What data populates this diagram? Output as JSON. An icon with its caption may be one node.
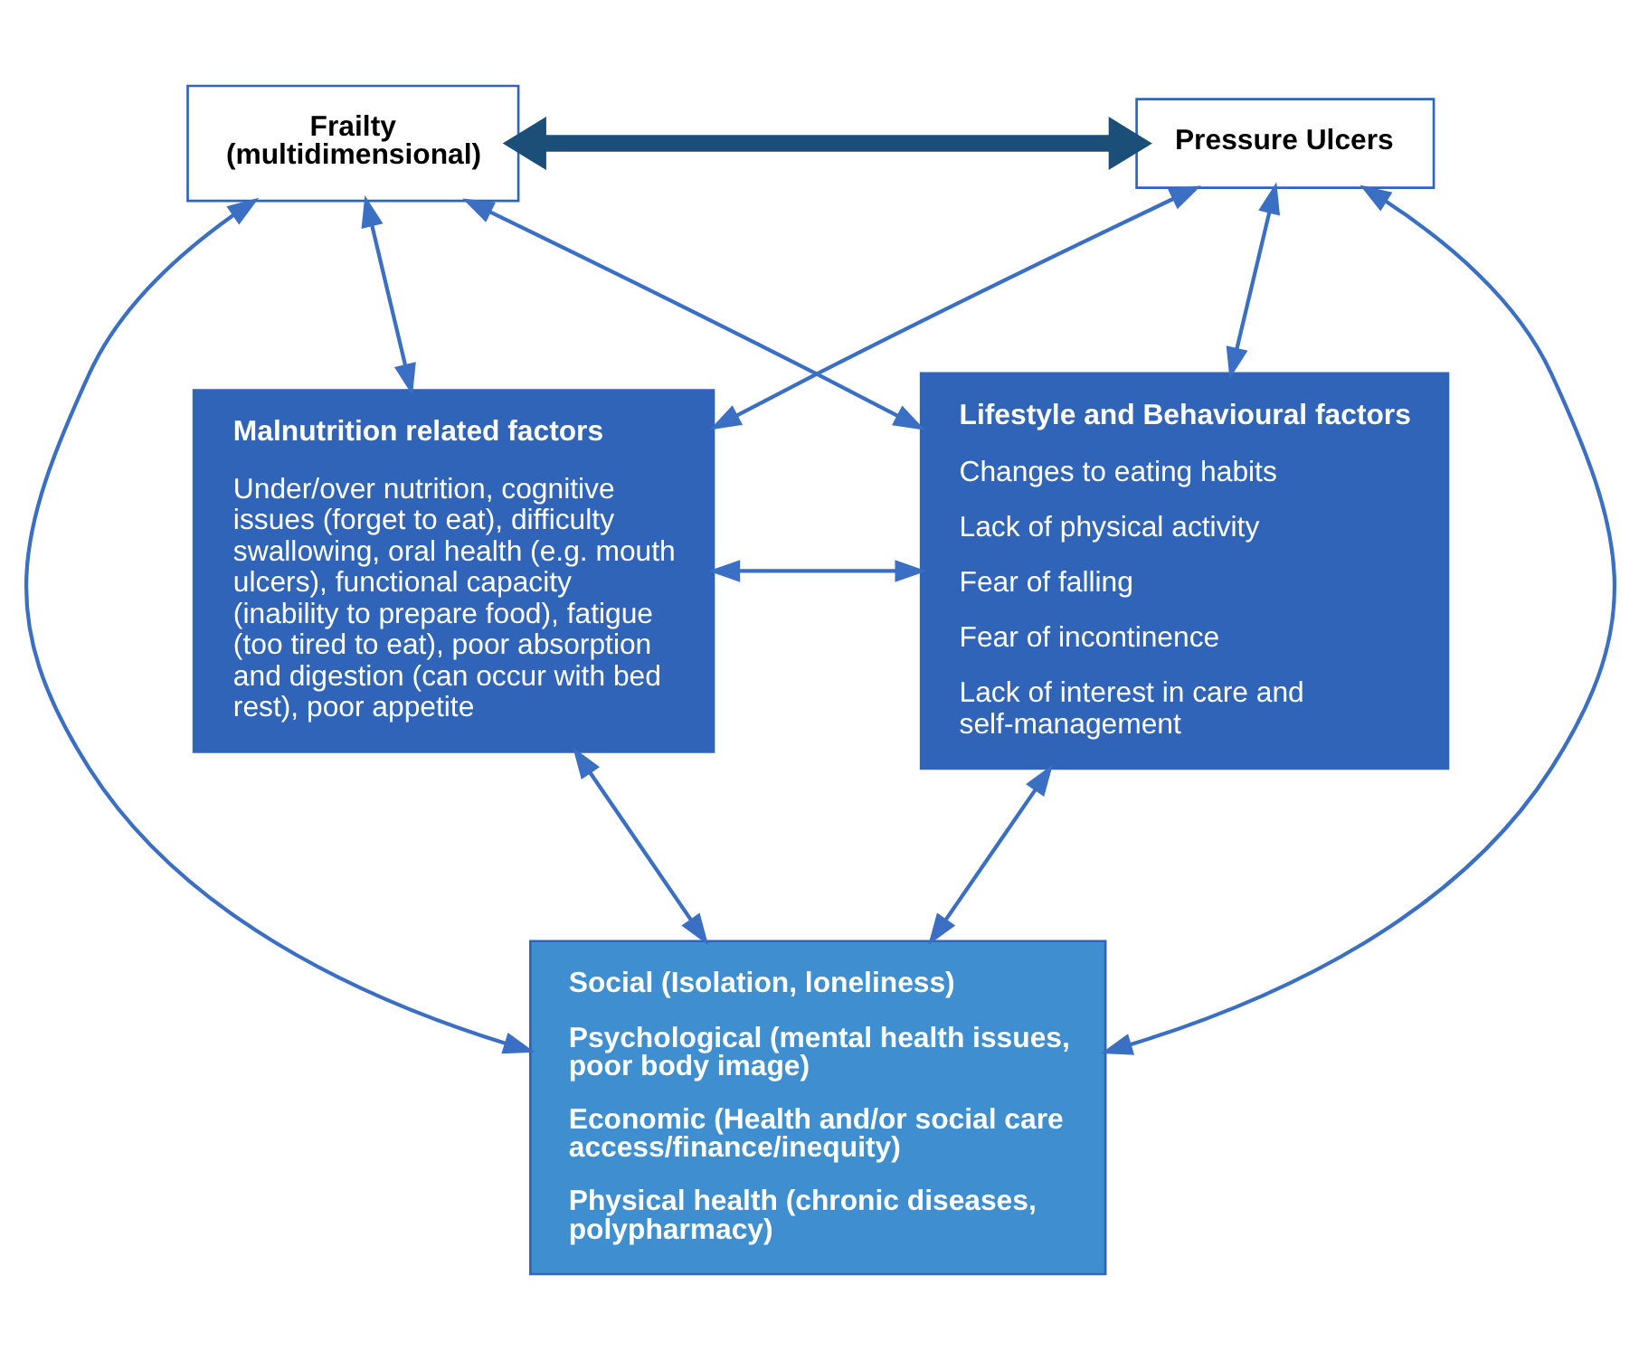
{
  "diagram": {
    "nodes": [
      {
        "text": [
          "Frailty (multidimensional)"
        ]
      },
      {
        "text": [
          "Pressure Ulcers"
        ]
      },
      {
        "text": [
          "Malnutrition related factors",
          "Under/over nutrition, cognitive issues (forget to eat), difficulty swallowing, oral health (e.g. mouth ulcers), functional capacity (inability to prepare food), fatigue (too tired to eat), poor absorption and digestion (can occur with bed rest), poor appetite"
        ]
      },
      {
        "text": [
          "Lifestyle and Behavioural factors",
          "Changes to eating habits",
          "Lack of physical activity",
          "Fear of falling",
          "Fear of incontinence",
          "Lack of interest in care and self-management"
        ]
      },
      {
        "text": [
          "Social (Isolation, loneliness)",
          "Psychological (mental health issues, poor body image)",
          "Economic (Health and/or social care access/finance/inequity)",
          "Physical health (chronic diseases, polypharmacy)"
        ]
      }
    ],
    "edges": [
      {
        "from": 0,
        "to": 1,
        "arrow": "both",
        "style": "thick",
        "color": "#1b4f78"
      },
      {
        "from": 0,
        "to": 2,
        "arrow": "both"
      },
      {
        "from": 0,
        "to": 4,
        "arrow": "both"
      },
      {
        "from": 0,
        "to": 3,
        "arrow": "both"
      },
      {
        "from": 1,
        "to": 2,
        "arrow": "both"
      },
      {
        "from": 1,
        "to": 4,
        "arrow": "both"
      },
      {
        "from": 1,
        "to": 3,
        "arrow": "both"
      },
      {
        "from": 2,
        "to": 3,
        "arrow": "both"
      },
      {
        "from": 2,
        "to": 4,
        "arrow": "both"
      },
      {
        "from": 3,
        "to": 4,
        "arrow": "both"
      }
    ]
  }
}
